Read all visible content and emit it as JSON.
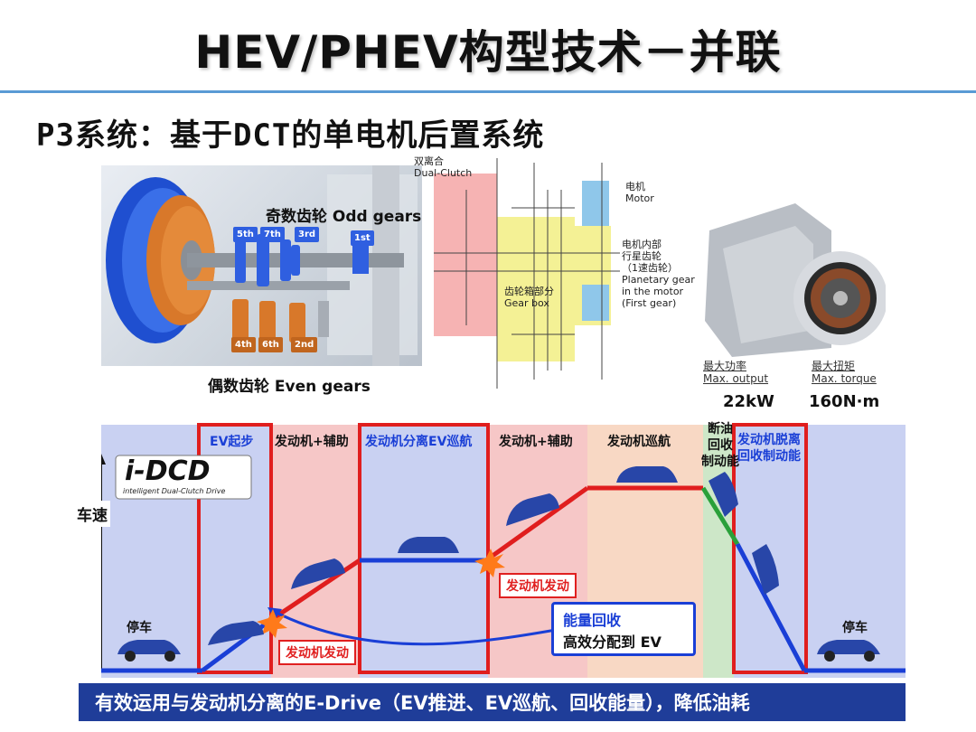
{
  "title": "HEV/PHEV构型技术－并联",
  "subtitle": "P3系统：基于DCT的单电机后置系统",
  "gear_image": {
    "odd_label": "奇数齿轮 Odd gears",
    "even_label": "偶数齿轮 Even gears",
    "odd_tags": [
      "5th",
      "7th",
      "3rd",
      "1st"
    ],
    "even_tags": [
      "4th",
      "6th",
      "2nd"
    ]
  },
  "schematic": {
    "dual_clutch": "双离合\nDual-Clutch",
    "gearbox": "齿轮箱部分\nGear box",
    "motor": "电机\nMotor",
    "planetary": "电机内部\n行星齿轮\n（1速齿轮）\nPlanetary gear\nin the motor\n(First gear)"
  },
  "motor_specs": {
    "output_label_cn": "最大功率",
    "output_label_en": "Max. output",
    "output_value": "22kW",
    "torque_label_cn": "最大扭矩",
    "torque_label_en": "Max. torque",
    "torque_value": "160N·m"
  },
  "diagram": {
    "logo": "i-DCD",
    "logo_sub": "intelligent Dual-Clutch Drive",
    "y_axis_label": "车速",
    "phases": [
      {
        "label": "EV起步",
        "color": "#1a3fd6"
      },
      {
        "label": "发动机+辅助",
        "color": "#111111"
      },
      {
        "label": "发动机分离EV巡航",
        "color": "#1a3fd6"
      },
      {
        "label": "发动机+辅助",
        "color": "#111111"
      },
      {
        "label": "发动机巡航",
        "color": "#111111"
      },
      {
        "label": "断油\n回收\n制动能",
        "color": "#111111"
      },
      {
        "label": "发动机脱离\n回收制动能",
        "color": "#1a3fd6"
      }
    ],
    "stop_left": "停车",
    "stop_right": "停车",
    "engine_start_1": "发动机发动",
    "engine_start_2": "发动机发动",
    "energy_box_line1": "能量回收",
    "energy_box_line2": "高效分配到 EV"
  },
  "footer": "有效运用与发动机分离的E-Drive（EV推进、EV巡航、回收能量），降低油耗"
}
